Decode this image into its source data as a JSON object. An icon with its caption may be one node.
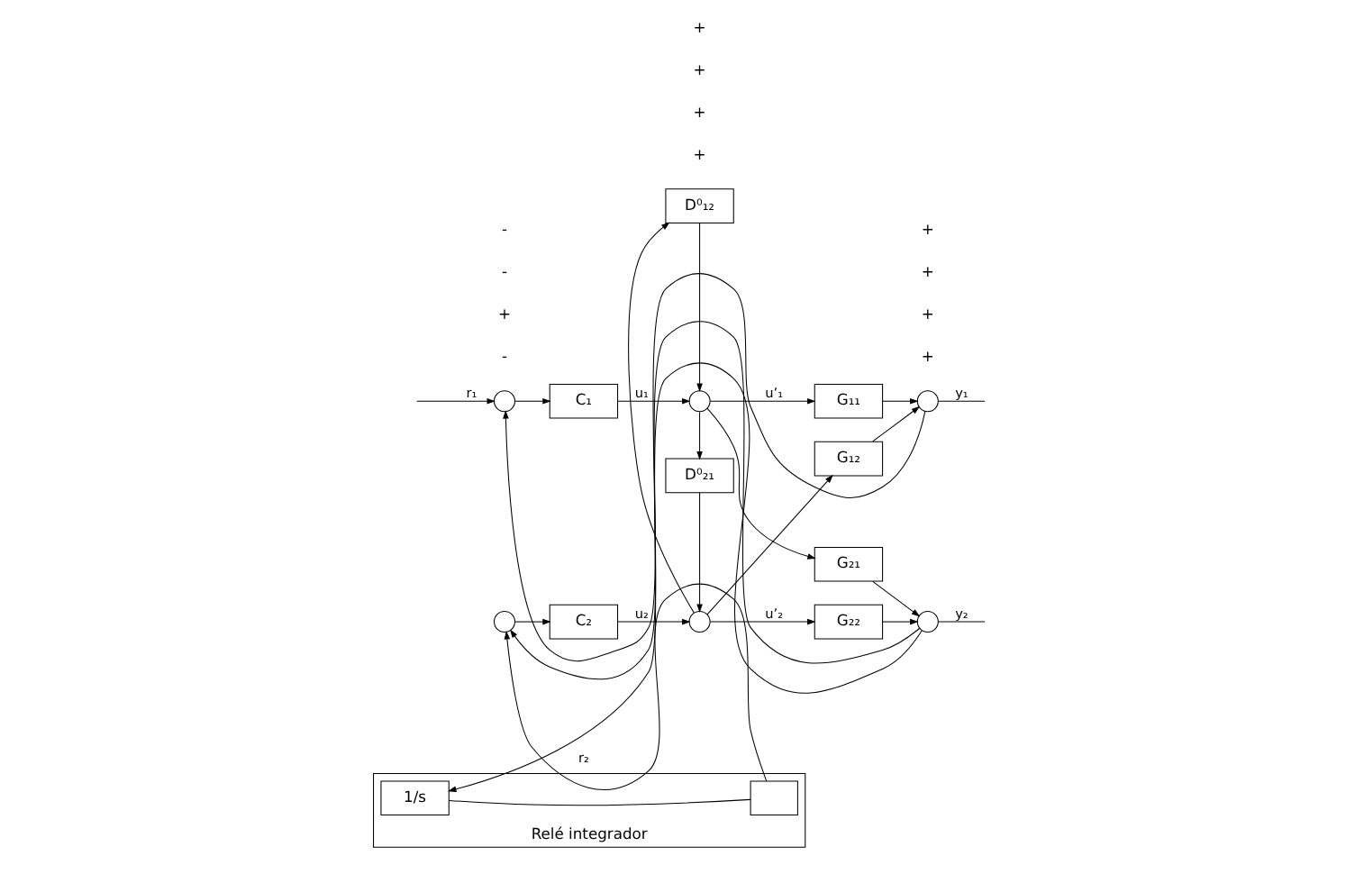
{
  "diagram": {
    "nodes": [
      {
        "text": [],
        "shape": "circle"
      },
      {
        "text": [
          "C₁"
        ]
      },
      {
        "text": [],
        "shape": "circle"
      },
      {
        "text": [
          "G₁₁"
        ]
      },
      {
        "text": [],
        "shape": "circle"
      },
      {
        "text": [
          "D⁰₁₂"
        ]
      },
      {
        "text": [
          "G₁₂"
        ]
      },
      {
        "text": [
          "D⁰₂₁"
        ]
      },
      {
        "text": [
          "G₂₁"
        ]
      },
      {
        "text": [],
        "shape": "circle"
      },
      {
        "text": [
          "C₂"
        ]
      },
      {
        "text": [],
        "shape": "circle"
      },
      {
        "text": [
          "G₂₂"
        ]
      },
      {
        "text": [],
        "shape": "circle"
      },
      {
        "text": [
          "Relé integrador"
        ]
      },
      {
        "text": [],
        "shape": "box",
        "in": 14
      },
      {
        "text": [
          "1/s"
        ],
        "in": 14
      }
    ],
    "edges": [
      {
        "from": null,
        "to": 0,
        "arrow": "to",
        "label": "r₁"
      },
      {
        "from": 0,
        "to": 1,
        "arrow": "to"
      },
      {
        "from": 1,
        "to": 2,
        "arrow": "to",
        "label": "u₁"
      },
      {
        "from": 2,
        "to": 3,
        "arrow": "to",
        "label": "u’₁"
      },
      {
        "from": 3,
        "to": 4,
        "arrow": "to"
      },
      {
        "from": 4,
        "to": null,
        "arrow": "none",
        "label": "y₁"
      },
      {
        "from": 4,
        "to": 0,
        "arrow": "to"
      },
      {
        "from": 5,
        "to": 2,
        "arrow": "to"
      },
      {
        "from": 2,
        "to": 7,
        "arrow": "to"
      },
      {
        "from": 2,
        "to": 8,
        "arrow": "to"
      },
      {
        "from": 11,
        "to": 5,
        "arrow": "to"
      },
      {
        "from": 11,
        "to": 6,
        "arrow": "to"
      },
      {
        "from": 6,
        "to": 4,
        "arrow": "to"
      },
      {
        "from": 7,
        "to": 11,
        "arrow": "to"
      },
      {
        "from": 8,
        "to": 13,
        "arrow": "to"
      },
      {
        "from": 9,
        "to": 10,
        "arrow": "to"
      },
      {
        "from": 10,
        "to": 11,
        "arrow": "to",
        "label": "u₂"
      },
      {
        "from": 11,
        "to": 12,
        "arrow": "to",
        "label": "u’₂"
      },
      {
        "from": 12,
        "to": 13,
        "arrow": "to"
      },
      {
        "from": 13,
        "to": null,
        "arrow": "none",
        "label": "y₂"
      },
      {
        "from": 13,
        "to": 9,
        "arrow": "to"
      },
      {
        "from": 13,
        "to": 16,
        "arrow": "to"
      },
      {
        "from": 16,
        "to": 15,
        "arrow": "none"
      },
      {
        "from": 15,
        "to": 9,
        "arrow": "to",
        "label": "r₂"
      }
    ],
    "labels": [
      "-",
      "+",
      "+",
      "+",
      "+",
      "+",
      "+",
      "+",
      "+",
      "+",
      "-",
      "-"
    ]
  }
}
